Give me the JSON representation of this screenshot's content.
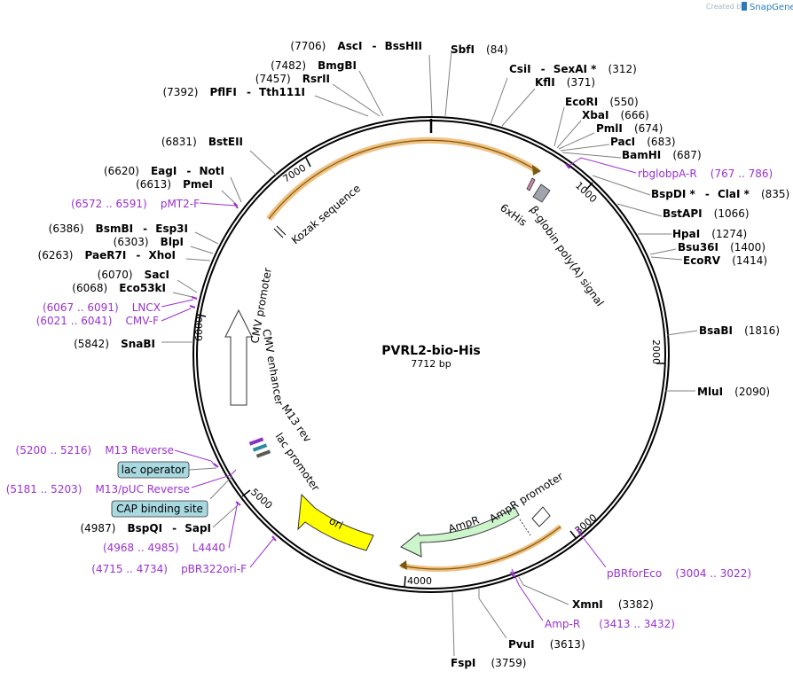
{
  "credit": {
    "prefix": "Created by",
    "brand": "SnapGene"
  },
  "plasmid": {
    "name": "PVRL2-bio-His",
    "length_label": "7712 bp",
    "length": 7712
  },
  "ticks": [
    "1000",
    "2000",
    "3000",
    "4000",
    "5000",
    "6000",
    "7000"
  ],
  "features": {
    "kozak": "Kozak sequence",
    "his": "6xHis",
    "polya": "β-globin poly(A) signal",
    "cmv_promoter": "CMV promoter",
    "cmv_enhancer": "CMV enhancer",
    "m13rev": "M13 rev",
    "lac_promoter": "lac promoter",
    "ori": "ori",
    "ampr": "AmpR",
    "ampr_promoter": "AmpR promoter"
  },
  "badges": {
    "lac_operator": "lac operator",
    "cap_site": "CAP binding site"
  },
  "sites": {
    "sbfi": {
      "name": "SbfI",
      "pos": "(84)"
    },
    "csii": {
      "name": "CsiI",
      "sep": "-",
      "name2": "SexAI *",
      "pos": "(312)"
    },
    "kfli": {
      "name": "KflI",
      "pos": "(371)"
    },
    "ecori": {
      "name": "EcoRI",
      "pos": "(550)"
    },
    "xbai": {
      "name": "XbaI",
      "pos": "(666)"
    },
    "pmlii": {
      "name": "PmlI",
      "pos": "(674)"
    },
    "paci": {
      "name": "PacI",
      "pos": "(683)"
    },
    "bamhi": {
      "name": "BamHI",
      "pos": "(687)"
    },
    "bspdi": {
      "name": "BspDI *",
      "sep": "-",
      "name2": "ClaI *",
      "pos": "(835)"
    },
    "bstapi": {
      "name": "BstAPI",
      "pos": "(1066)"
    },
    "hpai": {
      "name": "HpaI",
      "pos": "(1274)"
    },
    "bsu36i": {
      "name": "Bsu36I",
      "pos": "(1400)"
    },
    "ecorv": {
      "name": "EcoRV",
      "pos": "(1414)"
    },
    "bsabi": {
      "name": "BsaBI",
      "pos": "(1816)"
    },
    "mlui": {
      "name": "MluI",
      "pos": "(2090)"
    },
    "xmni": {
      "name": "XmnI",
      "pos": "(3382)"
    },
    "pvui": {
      "name": "PvuI",
      "pos": "(3613)"
    },
    "fspi": {
      "name": "FspI",
      "pos": "(3759)"
    },
    "bspqi": {
      "pos": "(4987)",
      "name": "BspQI",
      "sep": "-",
      "name2": "SapI"
    },
    "snabi": {
      "pos": "(5842)",
      "name": "SnaBI"
    },
    "eco53ki": {
      "pos": "(6068)",
      "name": "Eco53kI"
    },
    "saci": {
      "pos": "(6070)",
      "name": "SacI"
    },
    "paer7i": {
      "pos": "(6263)",
      "name": "PaeR7I",
      "sep": "-",
      "name2": "XhoI"
    },
    "blpi": {
      "pos": "(6303)",
      "name": "BlpI"
    },
    "bsmbi": {
      "pos": "(6386)",
      "name": "BsmBI",
      "sep": "-",
      "name2": "Esp3I"
    },
    "pmei": {
      "pos": "(6613)",
      "name": "PmeI"
    },
    "eagi": {
      "pos": "(6620)",
      "name": "EagI",
      "sep": "-",
      "name2": "NotI"
    },
    "bsteii": {
      "pos": "(6831)",
      "name": "BstEII"
    },
    "pflfi": {
      "pos": "(7392)",
      "name": "PflFI",
      "sep": "-",
      "name2": "Tth111I"
    },
    "rsrii": {
      "pos": "(7457)",
      "name": "RsrII"
    },
    "bmgbi": {
      "pos": "(7482)",
      "name": "BmgBI"
    },
    "asci": {
      "pos": "(7706)",
      "name": "AscI",
      "sep": "-",
      "name2": "BssHII"
    }
  },
  "primers": {
    "rbglobpa": {
      "name": "rbglobpA-R",
      "range": "(767 .. 786)"
    },
    "pbrforeco": {
      "name": "pBRforEco",
      "range": "(3004 .. 3022)"
    },
    "ampr": {
      "name": "Amp-R",
      "range": "(3413 .. 3432)"
    },
    "pbr322ori": {
      "range": "(4715 .. 4734)",
      "name": "pBR322ori-F"
    },
    "l4440": {
      "range": "(4968 .. 4985)",
      "name": "L4440"
    },
    "m13puc": {
      "range": "(5181 .. 5203)",
      "name": "M13/pUC Reverse"
    },
    "m13rev": {
      "range": "(5200 .. 5216)",
      "name": "M13 Reverse"
    },
    "cmvf": {
      "range": "(6021 .. 6041)",
      "name": "CMV-F"
    },
    "lncx": {
      "range": "(6067 .. 6091)",
      "name": "LNCX"
    },
    "pmt2f": {
      "range": "(6572 .. 6591)",
      "name": "pMT2-F"
    }
  },
  "colors": {
    "backbone": "#000000",
    "primer": "#9b30d0",
    "orange_highlight": "#f2c080",
    "ori": "#ffff00",
    "ampr": "#ccf5cc",
    "badge_fill": "#a8d8e0",
    "polya": "#a0a4ac",
    "his": "#cc88aa"
  }
}
